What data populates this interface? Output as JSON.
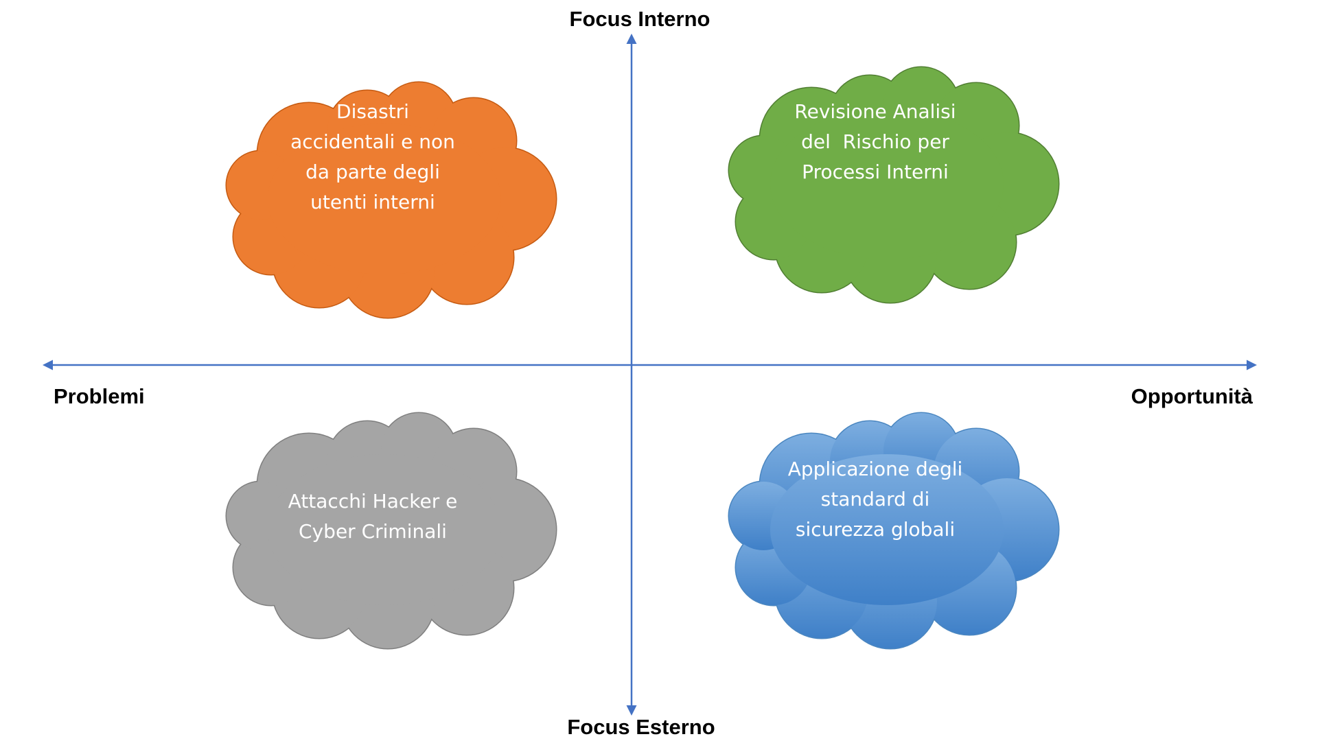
{
  "axes": {
    "top_label": "Focus Interno",
    "bottom_label": "Focus Esterno",
    "left_label": "Problemi",
    "right_label": "Opportunità",
    "line_color": "#4472C4"
  },
  "clouds": [
    {
      "id": "top-left",
      "lines": [
        "Disastri",
        "accidentali e non",
        "da parte degli",
        "utenti interni"
      ],
      "fill": "#ED7D31",
      "stroke": "#C55A11"
    },
    {
      "id": "top-right",
      "lines": [
        "Revisione Analisi",
        "del  Rischio per",
        "Processi Interni"
      ],
      "fill": "#70AD47",
      "stroke": "#507E32"
    },
    {
      "id": "bottom-left",
      "lines": [
        "Attacchi Hacker e",
        "Cyber Criminali"
      ],
      "fill": "#A5A5A5",
      "stroke": "#7F7F7F"
    },
    {
      "id": "bottom-right",
      "lines": [
        "Applicazione degli",
        "standard di",
        "sicurezza globali"
      ],
      "fill": "#5B9BD5",
      "stroke": "#4A86C0"
    }
  ]
}
